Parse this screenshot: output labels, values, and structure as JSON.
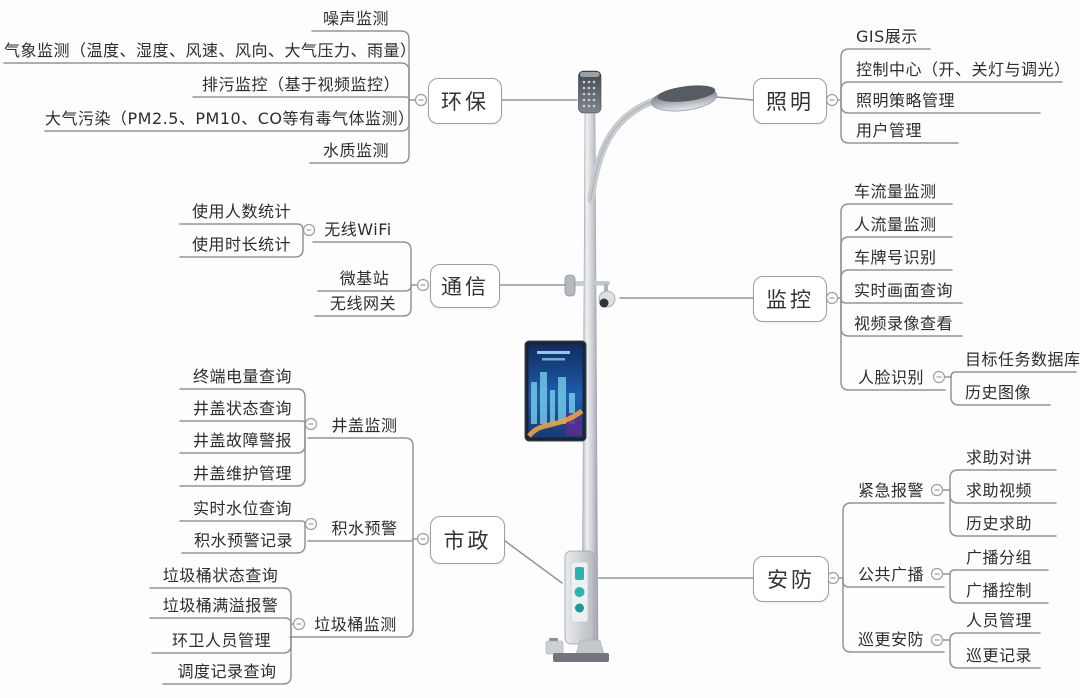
{
  "colors": {
    "line": "#8e969c",
    "topic_border": "#9aa0a6",
    "text": "#2d2d2d",
    "screen_blue": "#1d5fae",
    "button_teal": "#2ab5b0"
  },
  "pole_parts": [
    "speaker-unit",
    "street-lamp",
    "wifi-unit",
    "camera",
    "led-display",
    "control-box",
    "pole-base"
  ],
  "mindmap": {
    "left": [
      {
        "label": "环保",
        "children": [
          {
            "label": "噪声监测"
          },
          {
            "label": "气象监测（温度、湿度、风速、风向、大气压力、雨量）"
          },
          {
            "label": "排污监控（基于视频监控）"
          },
          {
            "label": "大气污染（PM2.5、PM10、CO等有毒气体监测）"
          },
          {
            "label": "水质监测"
          }
        ]
      },
      {
        "label": "通信",
        "children": [
          {
            "label": "无线WiFi",
            "children": [
              {
                "label": "使用人数统计"
              },
              {
                "label": "使用时长统计"
              }
            ]
          },
          {
            "label": "微基站"
          },
          {
            "label": "无线网关"
          }
        ]
      },
      {
        "label": "市政",
        "children": [
          {
            "label": "井盖监测",
            "children": [
              {
                "label": "终端电量查询"
              },
              {
                "label": "井盖状态查询"
              },
              {
                "label": "井盖故障警报"
              },
              {
                "label": "井盖维护管理"
              }
            ]
          },
          {
            "label": "积水预警",
            "children": [
              {
                "label": "实时水位查询"
              },
              {
                "label": "积水预警记录"
              }
            ]
          },
          {
            "label": "垃圾桶监测",
            "children": [
              {
                "label": "垃圾桶状态查询"
              },
              {
                "label": "垃圾桶满溢报警"
              },
              {
                "label": "环卫人员管理"
              },
              {
                "label": "调度记录查询"
              }
            ]
          }
        ]
      }
    ],
    "right": [
      {
        "label": "照明",
        "children": [
          {
            "label": "GIS展示"
          },
          {
            "label": "控制中心（开、关灯与调光）"
          },
          {
            "label": "照明策略管理"
          },
          {
            "label": "用户管理"
          }
        ]
      },
      {
        "label": "监控",
        "children": [
          {
            "label": "车流量监测"
          },
          {
            "label": "人流量监测"
          },
          {
            "label": "车牌号识别"
          },
          {
            "label": "实时画面查询"
          },
          {
            "label": "视频录像查看"
          },
          {
            "label": "人脸识别",
            "children": [
              {
                "label": "目标任务数据库"
              },
              {
                "label": "历史图像"
              }
            ]
          }
        ]
      },
      {
        "label": "安防",
        "children": [
          {
            "label": "紧急报警",
            "children": [
              {
                "label": "求助对讲"
              },
              {
                "label": "求助视频"
              },
              {
                "label": "历史求助"
              }
            ]
          },
          {
            "label": "公共广播",
            "children": [
              {
                "label": "广播分组"
              },
              {
                "label": "广播控制"
              }
            ]
          },
          {
            "label": "巡更安防",
            "children": [
              {
                "label": "人员管理"
              },
              {
                "label": "巡更记录"
              }
            ]
          }
        ]
      }
    ]
  }
}
